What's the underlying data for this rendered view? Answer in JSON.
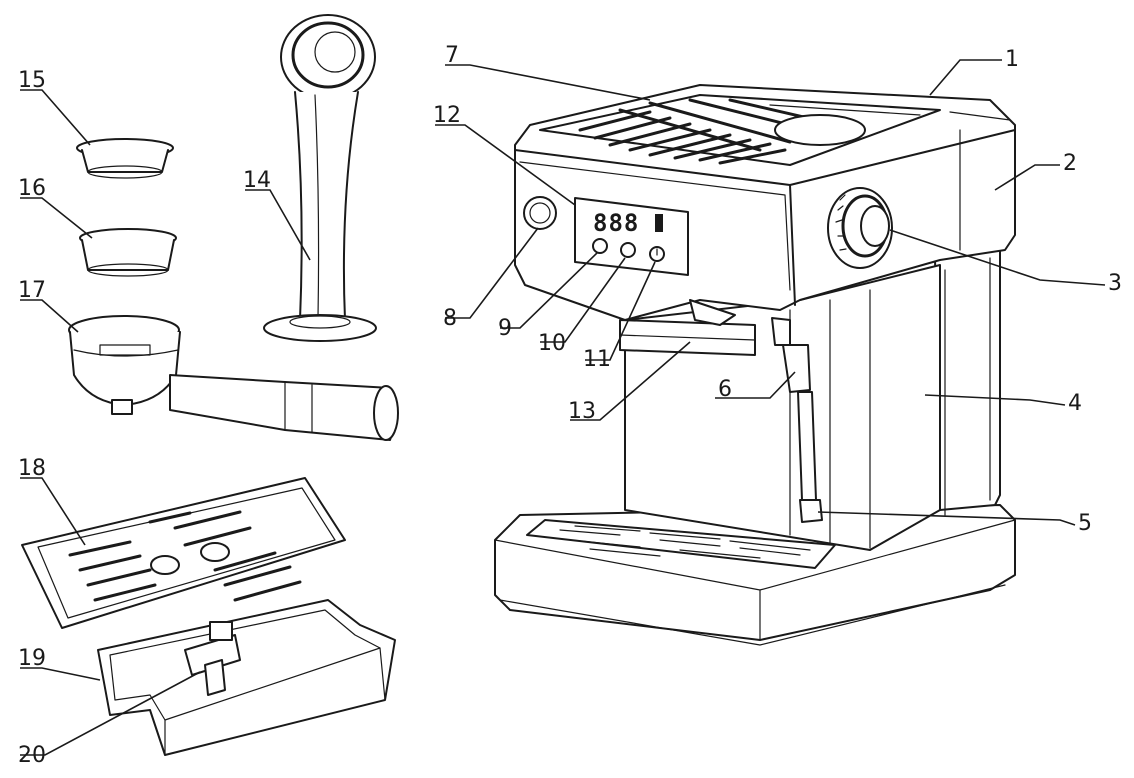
{
  "diagram": {
    "lcd_display_text": "888",
    "callouts": [
      {
        "id": "1",
        "label": "1"
      },
      {
        "id": "2",
        "label": "2"
      },
      {
        "id": "3",
        "label": "3"
      },
      {
        "id": "4",
        "label": "4"
      },
      {
        "id": "5",
        "label": "5"
      },
      {
        "id": "6",
        "label": "6"
      },
      {
        "id": "7",
        "label": "7"
      },
      {
        "id": "8",
        "label": "8"
      },
      {
        "id": "9",
        "label": "9"
      },
      {
        "id": "10",
        "label": "10"
      },
      {
        "id": "11",
        "label": "11"
      },
      {
        "id": "12",
        "label": "12"
      },
      {
        "id": "13",
        "label": "13"
      },
      {
        "id": "14",
        "label": "14"
      },
      {
        "id": "15",
        "label": "15"
      },
      {
        "id": "16",
        "label": "16"
      },
      {
        "id": "17",
        "label": "17"
      },
      {
        "id": "18",
        "label": "18"
      },
      {
        "id": "19",
        "label": "19"
      },
      {
        "id": "20",
        "label": "20"
      }
    ]
  }
}
